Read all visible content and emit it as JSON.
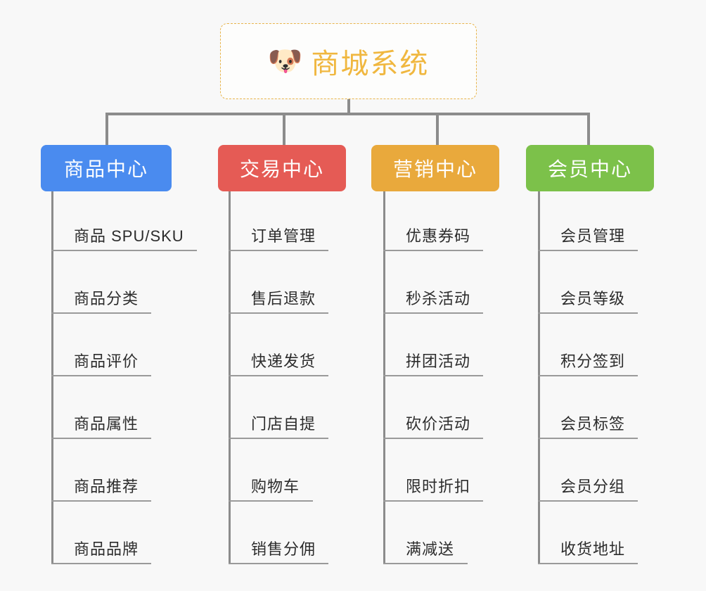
{
  "background_color": "#f8f8f8",
  "root": {
    "icon": "shiba-dog-emoji",
    "emoji": "🐶",
    "title": "商城系统",
    "title_color": "#f0b73f",
    "border_color": "#e8b44a"
  },
  "branches": [
    {
      "label": "商品中心",
      "color": "#4a8bef",
      "items": [
        "商品 SPU/SKU",
        "商品分类",
        "商品评价",
        "商品属性",
        "商品推荐",
        "商品品牌"
      ]
    },
    {
      "label": "交易中心",
      "color": "#e55b55",
      "items": [
        "订单管理",
        "售后退款",
        "快递发货",
        "门店自提",
        "购物车",
        "销售分佣"
      ]
    },
    {
      "label": "营销中心",
      "color": "#e9a93c",
      "items": [
        "优惠券码",
        "秒杀活动",
        "拼团活动",
        "砍价活动",
        "限时折扣",
        "满减送"
      ]
    },
    {
      "label": "会员中心",
      "color": "#78c council-placeholder",
      "items": [
        "会员管理",
        "会员等级",
        "积分签到",
        "会员标签",
        "会员分组",
        "收货地址"
      ]
    }
  ],
  "branch_colors": {
    "product": "#4a8bef",
    "trade": "#e55b55",
    "marketing": "#e9a93c",
    "member": "#79c councilX"
  },
  "line_color": "#8c8c8c",
  "rule_color": "#9a9a9a"
}
